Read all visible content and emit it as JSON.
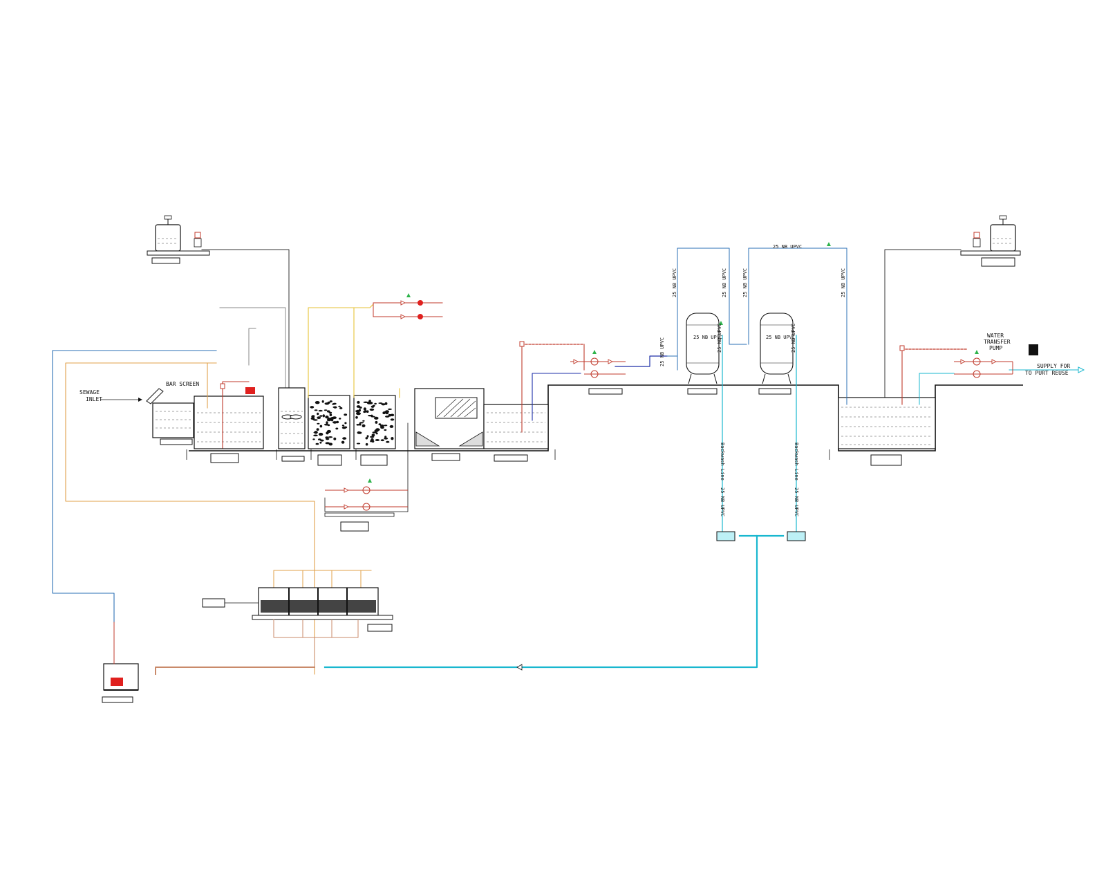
{
  "labels": {
    "sewage_inlet_1": "SEWAGE",
    "sewage_inlet_2": "INLET",
    "bar_screen": "BAR SCREEN",
    "water_transfer_1": "WATER",
    "water_transfer_2": "TRANSFER",
    "water_transfer_3": "PUMP",
    "supply_1": "SUPPLY FOR",
    "supply_2": "TO PURT REUSE",
    "pvc_top": "25 NB UPVC",
    "pvc_v1": "25 NB UPVC",
    "pvc_v2": "25 NB UPVC",
    "pvc_v3": "25 NB UPVC",
    "pvc_v4": "25 NB UPVC",
    "pvc_v5": "25 NB UPVC",
    "vessel1_tag": "25 NB UPVC",
    "vessel2_tag": "25 NB UPVC",
    "backwash_1": "Backwash Line",
    "backwash_2": "Backwash Line",
    "pvc_low_1": "25 NB UPVC",
    "pvc_low_2": "25 NB UPVC",
    "pvc_mid_1": "25 NB UPVC",
    "pvc_mid_2": "25 NB UPVC"
  },
  "colors": {
    "red": "#c0392b",
    "blue": "#2a6fb5",
    "cyan": "#19b7cf",
    "orange": "#e0a04a",
    "yellow": "#e6c235",
    "grey": "#8a8a8a",
    "navy": "#1d2fa8",
    "green": "#2db34a",
    "brown": "#c98a6a",
    "dark": "#111111"
  },
  "icons": [
    "dosing-tank-icon",
    "pump-icon",
    "valve-icon",
    "filter-vessel-icon",
    "level-switch-icon",
    "flow-arrow-icon"
  ]
}
